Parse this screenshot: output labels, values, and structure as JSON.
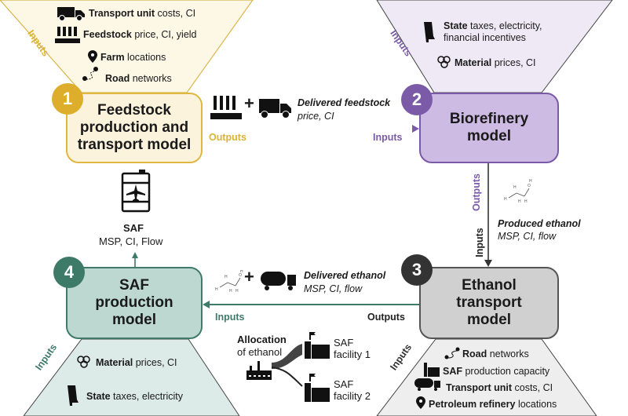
{
  "colors": {
    "model1": "#dcae2c",
    "model2": "#7b5aa8",
    "model3": "#333333",
    "model4": "#3e7a68"
  },
  "models": [
    {
      "number": "1",
      "title": "Feedstock production and transport model"
    },
    {
      "number": "2",
      "title": "Biorefinery model"
    },
    {
      "number": "3",
      "title": "Ethanol transport model"
    },
    {
      "number": "4",
      "title": "SAF production model"
    }
  ],
  "funnel1": {
    "label": "Inputs",
    "items": [
      {
        "bold": "Transport unit",
        "rest": " costs, CI",
        "icon": "truck-icon"
      },
      {
        "bold": "Feedstock",
        "rest": " price, CI, yield",
        "icon": "crop-icon"
      },
      {
        "bold": "Farm",
        "rest": " locations",
        "icon": "location-pin-icon"
      },
      {
        "bold": "Road",
        "rest": " networks",
        "icon": "route-icon"
      }
    ]
  },
  "funnel2": {
    "label": "Inputs",
    "items": [
      {
        "bold": "State",
        "rest": " taxes, electricity,",
        "rest2": "financial incentives",
        "icon": "state-map-icon"
      },
      {
        "bold": "Material",
        "rest": " prices, CI",
        "icon": "molecule-icon"
      }
    ]
  },
  "funnel3": {
    "label": "Inputs",
    "items": [
      {
        "bold": "Road",
        "rest": " networks",
        "icon": "route-icon"
      },
      {
        "bold": "SAF",
        "rest": " production capacity",
        "icon": "factory-icon"
      },
      {
        "bold": "Transport unit",
        "rest": " costs, CI",
        "icon": "tanker-truck-icon"
      },
      {
        "bold": "Petroleum refinery",
        "rest": " locations",
        "icon": "location-pin-icon"
      }
    ]
  },
  "funnel4": {
    "label": "Inputs",
    "items": [
      {
        "bold": "Material",
        "rest": " prices, CI",
        "icon": "molecule-icon"
      },
      {
        "bold": "State",
        "rest": " taxes, electricity",
        "icon": "state-map-icon"
      }
    ]
  },
  "flow12": {
    "outputs": "Outputs",
    "inputs": "Inputs",
    "title": "Delivered feedstock",
    "sub": "price, CI",
    "plus": "+"
  },
  "flow23": {
    "outputs": "Outputs",
    "inputs": "Inputs",
    "title": "Produced ethanol",
    "sub": "MSP, CI, flow"
  },
  "flow34": {
    "outputs": "Outputs",
    "inputs": "Inputs",
    "title": "Delivered ethanol",
    "sub": "MSP, CI, flow",
    "plus": "+"
  },
  "saf_output": {
    "title": "SAF",
    "sub": "MSP, CI, Flow"
  },
  "allocation": {
    "title1": "Allocation",
    "title2": "of ethanol",
    "facility1a": "SAF",
    "facility1b": "facility 1",
    "facility2a": "SAF",
    "facility2b": "facility 2"
  }
}
